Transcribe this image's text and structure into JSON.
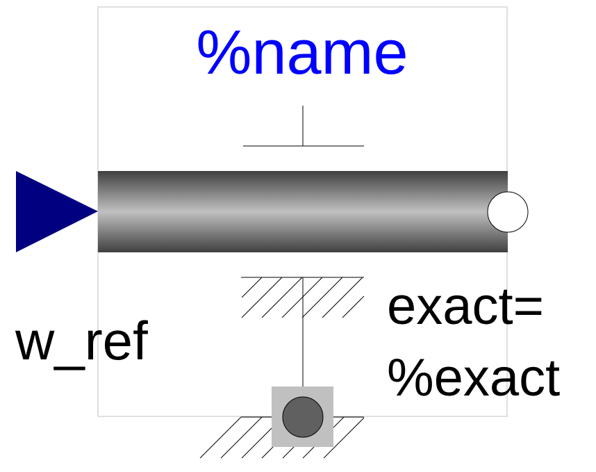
{
  "labels": {
    "name": "%name",
    "input": "w_ref",
    "exact_line1": "exact=",
    "exact_line2": "%exact"
  },
  "colors": {
    "name_text": "#0000ff",
    "label_text": "#000000",
    "input_triangle": "#000080",
    "frame_border": "#c0c0c0",
    "shaft_dark": "#404040",
    "shaft_light": "#c0c0c0",
    "bearing_square": "#c0c0c0",
    "bearing_circle": "#606060",
    "flange_fill": "#ffffff"
  },
  "icons": {
    "input": "filled-triangle-input-connector",
    "flange": "hollow-circle-flange-connector",
    "support": "filled-circle-support-connector"
  }
}
